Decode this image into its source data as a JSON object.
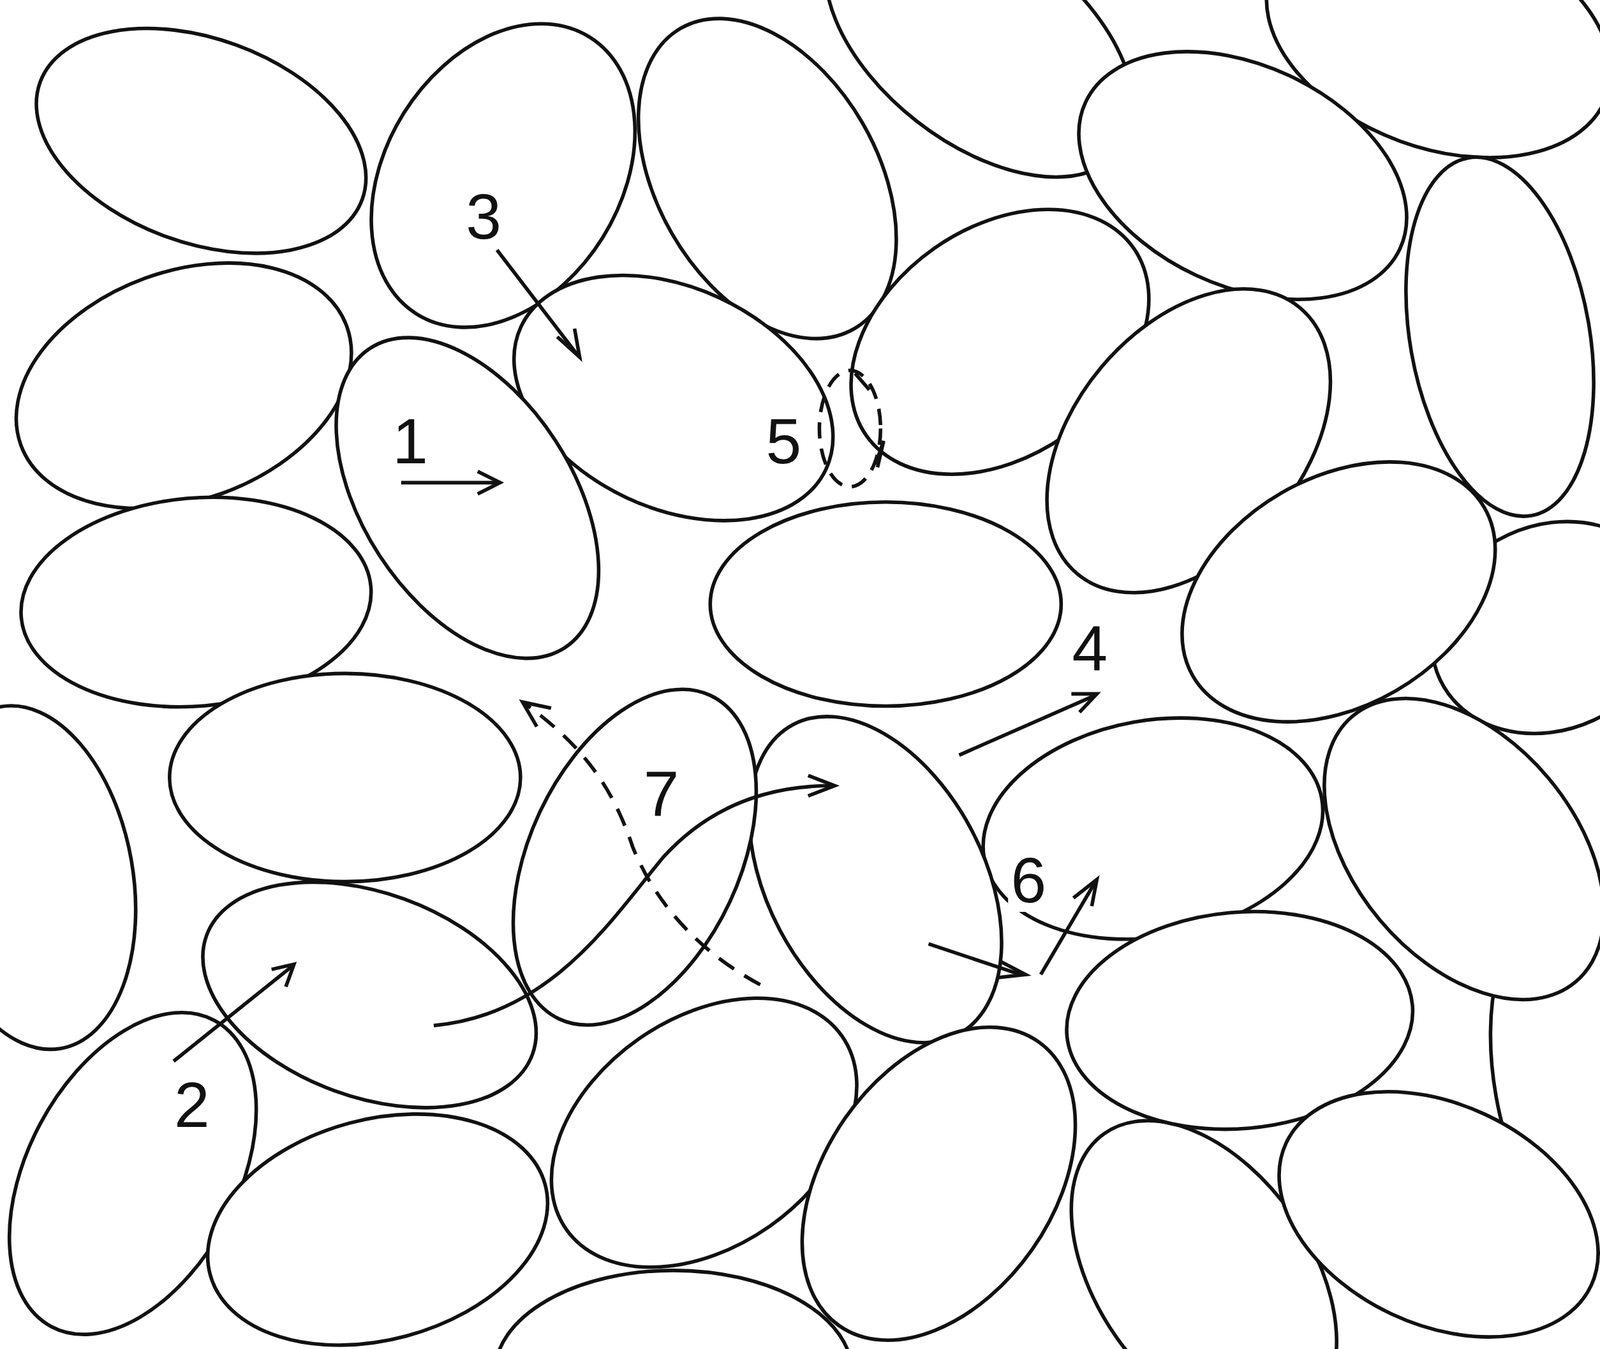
{
  "diagram": {
    "labels": [
      "3",
      "1",
      "5",
      "4",
      "7",
      "6",
      "2"
    ]
  }
}
